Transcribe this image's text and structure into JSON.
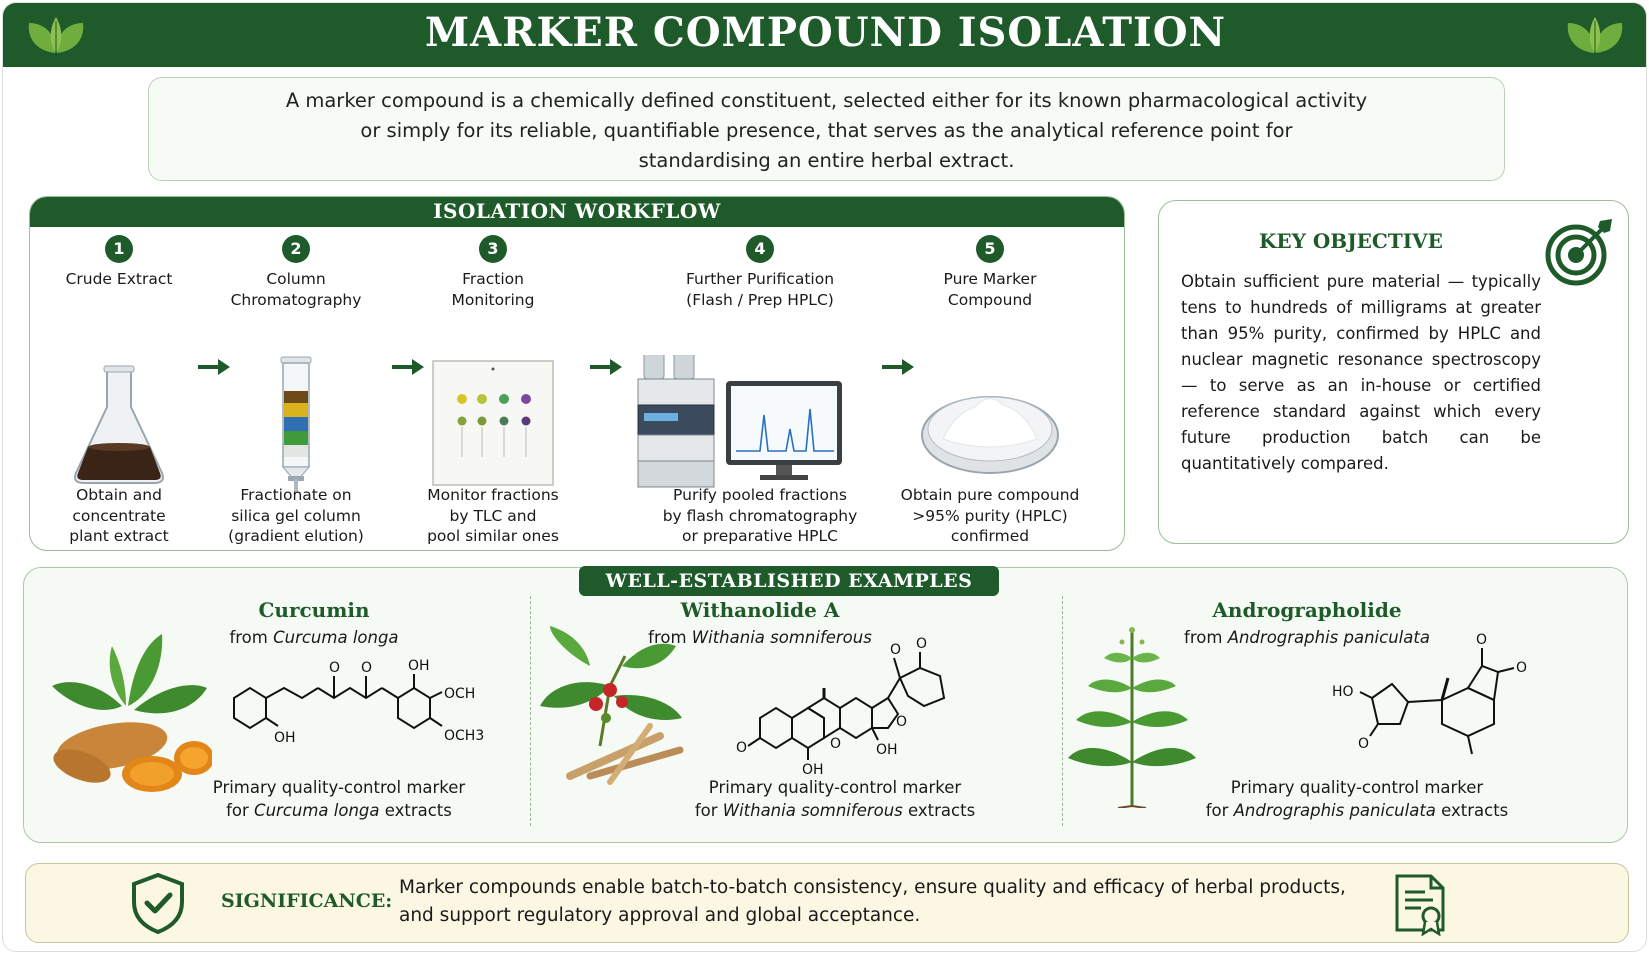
{
  "header": {
    "title": "MARKER COMPOUND ISOLATION",
    "icons": [
      "leaf-icon",
      "leaf-icon"
    ]
  },
  "definition": {
    "line1": "A marker compound is a chemically defined constituent, selected either for its known pharmacological activity",
    "line2": "or simply for its reliable, quantifiable presence, that serves as the analytical reference point for",
    "line3": "standardising an entire herbal extract."
  },
  "workflow": {
    "title": "ISOLATION WORKFLOW",
    "steps": [
      {
        "num": "1",
        "title_lines": [
          "Crude Extract"
        ],
        "desc_lines": [
          "Obtain and",
          "concentrate",
          "plant extract"
        ],
        "icon": "flask-icon"
      },
      {
        "num": "2",
        "title_lines": [
          "Column",
          "Chromatography"
        ],
        "desc_lines": [
          "Fractionate on",
          "silica gel column",
          "(gradient elution)"
        ],
        "icon": "column-icon"
      },
      {
        "num": "3",
        "title_lines": [
          "Fraction",
          "Monitoring"
        ],
        "desc_lines": [
          "Monitor fractions",
          "by TLC and",
          "pool similar ones"
        ],
        "icon": "tlc-plate-icon"
      },
      {
        "num": "4",
        "title_lines": [
          "Further Purification",
          "(Flash / Prep HPLC)"
        ],
        "desc_lines": [
          "Purify pooled fractions",
          "by flash chromatography",
          "or preparative HPLC"
        ],
        "icon": "hplc-icon"
      },
      {
        "num": "5",
        "title_lines": [
          "Pure Marker",
          "Compound"
        ],
        "desc_lines": [
          "Obtain pure compound",
          ">95% purity (HPLC)",
          "confirmed"
        ],
        "icon": "petri-dish-icon"
      }
    ]
  },
  "objective": {
    "title": "KEY OBJECTIVE",
    "text": "Obtain sufficient pure material — typically tens to hundreds of milligrams at greater than 95% purity, confirmed by HPLC and nuclear magnetic resonance spectroscopy — to serve as an in-house or certified reference standard against which every future production batch can be quantitatively compared.",
    "icon": "target-icon"
  },
  "examples": {
    "title": "WELL-ESTABLISHED EXAMPLES",
    "items": [
      {
        "name": "Curcumin",
        "from_prefix": "from ",
        "species": "Curcuma longa",
        "role_line1": "Primary quality-control marker",
        "role_prefix": "for ",
        "role_species": "Curcuma longa",
        "role_suffix": " extracts",
        "structure_labels": [
          "O",
          "O",
          "OH",
          "OCH",
          "OH",
          "OCH3"
        ]
      },
      {
        "name": "Withanolide A",
        "from_prefix": "from ",
        "species": "Withania somniferous",
        "role_line1": "Primary quality-control marker",
        "role_prefix": "for ",
        "role_species": "Withania somniferous",
        "role_suffix": " extracts",
        "structure_labels": [
          "O",
          "O",
          "O",
          "OH",
          "O",
          "OH",
          "O"
        ]
      },
      {
        "name": "Andrographolide",
        "from_prefix": "from ",
        "species": "Andrographis paniculata",
        "role_line1": "Primary quality-control marker",
        "role_prefix": "for ",
        "role_species": "Andrographis paniculata",
        "role_suffix": " extracts",
        "structure_labels": [
          "O",
          "O",
          "HO",
          "O"
        ]
      }
    ]
  },
  "significance": {
    "label": "SIGNIFICANCE:",
    "line1": "Marker compounds enable batch-to-batch consistency, ensure quality and efficacy of herbal products,",
    "line2": "and support regulatory approval and global acceptance.",
    "icons": [
      "shield-check-icon",
      "certificate-icon"
    ]
  }
}
